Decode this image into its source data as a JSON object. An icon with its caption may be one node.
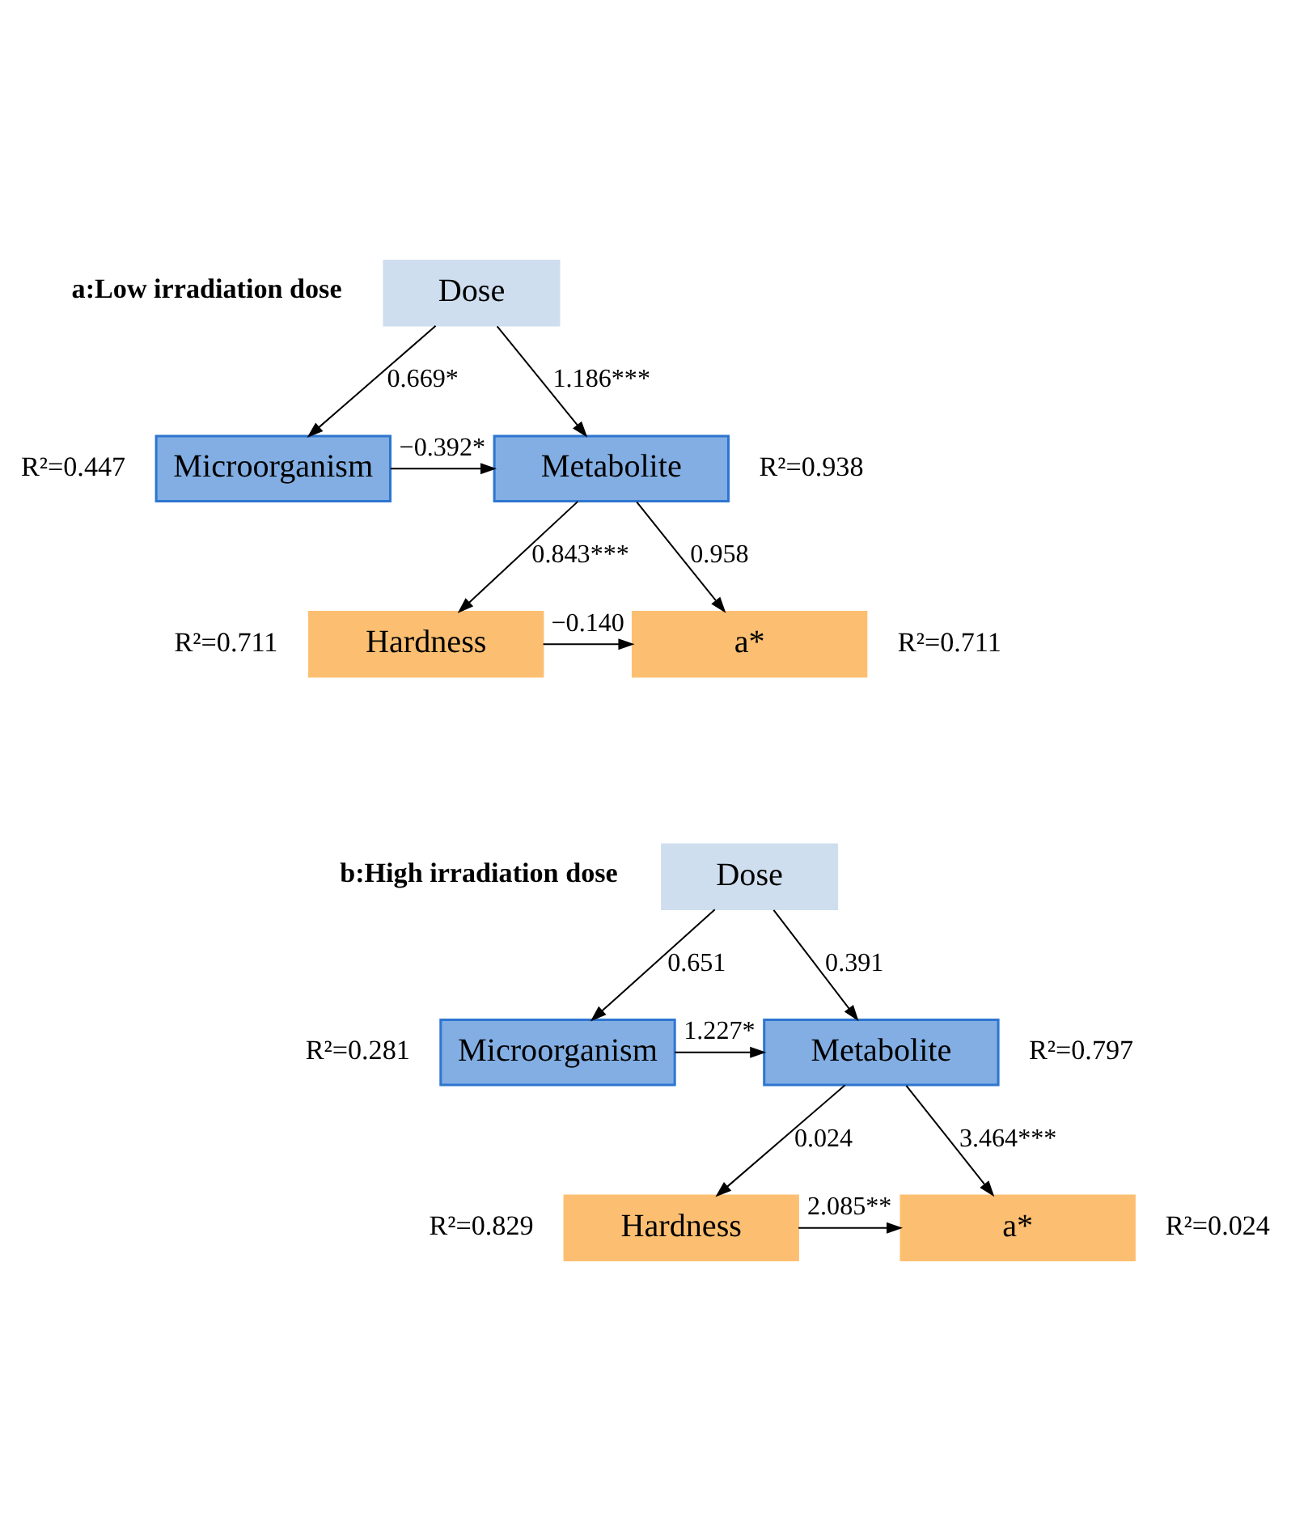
{
  "diagram": {
    "nodes": [
      {
        "text": [
          "Dose"
        ]
      },
      {
        "text": [
          "Microorganism"
        ],
        "beside": [
          "R²=0.447"
        ]
      },
      {
        "text": [
          "Metabolite"
        ],
        "beside": [
          "R²=0.938"
        ]
      },
      {
        "text": [
          "Hardness"
        ],
        "beside": [
          "R²=0.711"
        ]
      },
      {
        "text": [
          "a*"
        ],
        "beside": [
          "R²=0.711"
        ]
      },
      {
        "text": [
          "Dose"
        ]
      },
      {
        "text": [
          "Microorganism"
        ],
        "beside": [
          "R²=0.281"
        ]
      },
      {
        "text": [
          "Metabolite"
        ],
        "beside": [
          "R²=0.797"
        ]
      },
      {
        "text": [
          "Hardness"
        ],
        "beside": [
          "R²=0.829"
        ]
      },
      {
        "text": [
          "a*"
        ],
        "beside": [
          "R²=0.024"
        ]
      }
    ],
    "edges": [
      {
        "from": 0,
        "to": 1,
        "arrow": "to",
        "label": "0.669*"
      },
      {
        "from": 0,
        "to": 2,
        "arrow": "to",
        "label": "1.186***"
      },
      {
        "from": 1,
        "to": 2,
        "arrow": "to",
        "label": "−0.392*"
      },
      {
        "from": 2,
        "to": 3,
        "arrow": "to",
        "label": "0.843***"
      },
      {
        "from": 2,
        "to": 4,
        "arrow": "to",
        "label": "0.958"
      },
      {
        "from": 3,
        "to": 4,
        "arrow": "to",
        "label": "−0.140"
      },
      {
        "from": 5,
        "to": 6,
        "arrow": "to",
        "label": "0.651"
      },
      {
        "from": 5,
        "to": 7,
        "arrow": "to",
        "label": "0.391"
      },
      {
        "from": 6,
        "to": 7,
        "arrow": "to",
        "label": "1.227*"
      },
      {
        "from": 7,
        "to": 8,
        "arrow": "to",
        "label": "0.024"
      },
      {
        "from": 7,
        "to": 9,
        "arrow": "to",
        "label": "3.464***"
      },
      {
        "from": 8,
        "to": 9,
        "arrow": "to",
        "label": "2.085**"
      }
    ],
    "labels": [
      "a:Low irradiation dose",
      "b:High irradiation dose"
    ]
  }
}
